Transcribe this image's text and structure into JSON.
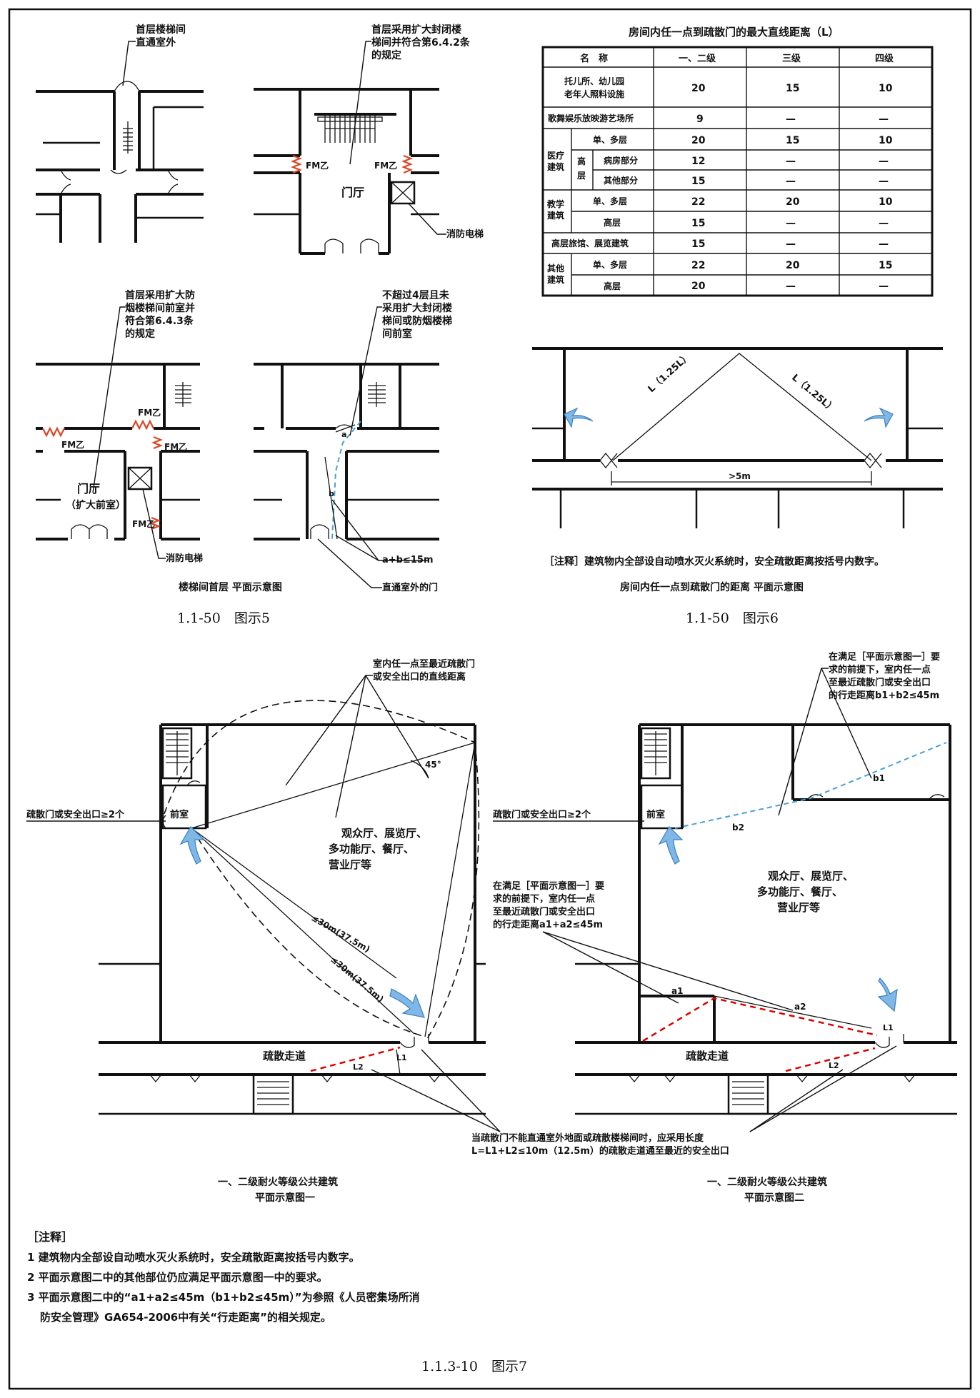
{
  "fig5": {
    "label_stair_direct": [
      "首层楼梯间",
      "直通室外"
    ],
    "label_enlarged_closed": [
      "首层采用扩大封闭楼",
      "梯间并符合第6.4.2条",
      "的规定"
    ],
    "fm_closed": "FM乙",
    "lobby": "门厅",
    "fire_elevator": "消防电梯",
    "label_enlarged_smoke": [
      "首层采用扩大防",
      "烟楼梯间前室并",
      "符合第6.4.3条",
      "的规定"
    ],
    "label_not_over4": [
      "不超过4层且未",
      "采用扩大封闭楼",
      "梯间或防烟楼梯",
      "间前室"
    ],
    "lobby2_lines": [
      "门厅",
      "（扩大前室）"
    ],
    "fire_elevator2": "消防电梯",
    "a_label": "a",
    "b_label": "b",
    "ab_rule": "a+b≤15m",
    "direct_door": "直通室外的门",
    "sub_title": "楼梯间首层 平面示意图",
    "caption": "1.1-50　图示5"
  },
  "fig6": {
    "table": {
      "title": "房间内任一点到疏散门的最大直线距离（L）",
      "headers": [
        "名　称",
        "一、二级",
        "三级",
        "四级"
      ],
      "rows": [
        {
          "name": [
            "托儿所、幼儿园",
            "老年人照料设施"
          ],
          "v": [
            "20",
            "15",
            "10"
          ]
        },
        {
          "name": [
            "歌舞娱乐放映游艺场所"
          ],
          "v": [
            "9",
            "—",
            "—"
          ]
        },
        {
          "group": "医疗建筑",
          "name": [
            "单、多层"
          ],
          "v": [
            "20",
            "15",
            "10"
          ]
        },
        {
          "group": "医疗建筑",
          "sub": "高层",
          "name": [
            "病房部分"
          ],
          "v": [
            "12",
            "—",
            "—"
          ]
        },
        {
          "group": "医疗建筑",
          "sub": "高层",
          "name": [
            "其他部分"
          ],
          "v": [
            "15",
            "—",
            "—"
          ]
        },
        {
          "group": "教学建筑",
          "name": [
            "单、多层"
          ],
          "v": [
            "22",
            "20",
            "10"
          ]
        },
        {
          "group": "教学建筑",
          "name": [
            "高层"
          ],
          "v": [
            "15",
            "—",
            "—"
          ]
        },
        {
          "name": [
            "高层旅馆、展览建筑"
          ],
          "v": [
            "15",
            "—",
            "—"
          ]
        },
        {
          "group": "其他建筑",
          "name": [
            "单、多层"
          ],
          "v": [
            "22",
            "20",
            "15"
          ]
        },
        {
          "group": "其他建筑",
          "name": [
            "高层"
          ],
          "v": [
            "20",
            "—",
            "—"
          ]
        }
      ],
      "groups": {
        "med": [
          "医疗",
          "建筑"
        ],
        "high": [
          "高",
          "层"
        ],
        "edu": [
          "教学",
          "建筑"
        ],
        "other": [
          "其他",
          "建筑"
        ]
      }
    },
    "L_left": "L（1.25L）",
    "L_right": "L（1.25L）",
    "gt5": ">5m",
    "note": "［注释］建筑物内全部设自动喷水灭火系统时，安全疏散距离按括号内数字。",
    "sub_title": "房间内任一点到疏散门的距离 平面示意图",
    "caption": "1.1-50　图示6"
  },
  "fig7": {
    "label_straight": [
      "室内任一点至最近疏散门",
      "或安全出口的直线距离"
    ],
    "exits_left": "疏散门或安全出口≥2个",
    "front_room": "前室",
    "deg45": "45°",
    "hall": [
      "观众厅、展览厅、",
      "多功能厅、餐厅、",
      "营业厅等"
    ],
    "d30a": "≤30m(37.5m)",
    "d30b": "≤30m(37.5m)",
    "corridor": "疏散走道",
    "L1": "L1",
    "L2": "L2",
    "title1": [
      "一、二级耐火等级公共建筑",
      "平面示意图一"
    ],
    "label_b": [
      "在满足［平面示意图一］要",
      "求的前提下，室内任一点",
      "至最近疏散门或安全出口",
      "的行走距离b1+b2≤45m"
    ],
    "exits_right": "疏散门或安全出口≥2个",
    "front_room2": "前室",
    "b1": "b1",
    "b2": "b2",
    "label_a": [
      "在满足［平面示意图一］要",
      "求的前提下，室内任一点",
      "至最近疏散门或安全出口",
      "的行走距离a1+a2≤45m"
    ],
    "hall2": [
      "观众厅、展览厅、",
      "多功能厅、餐厅、",
      "营业厅等"
    ],
    "a1": "a1",
    "a2": "a2",
    "corridor2": "疏散走道",
    "L1b": "L1",
    "L2b": "L2",
    "label_corridor": [
      "当疏散门不能直通室外地面或疏散楼梯间时，应采用长度",
      "L=L1+L2≤10m（12.5m）的疏散走道通至最近的安全出口"
    ],
    "title2": [
      "一、二级耐火等级公共建筑",
      "平面示意图二"
    ],
    "notes_title": "［注释］",
    "notes": [
      "1 建筑物内全部设自动喷水灭火系统时，安全疏散距离按括号内数字。",
      "2 平面示意图二中的其他部位仍应满足平面示意图一中的要求。",
      "3 平面示意图二中的“a1+a2≤45m（b1+b2≤45m）”为参照《人员密集场所消",
      "防安全管理》GA654-2006中有关“行走距离”的相关规定。"
    ],
    "caption": "1.1.3-10　图示7"
  }
}
